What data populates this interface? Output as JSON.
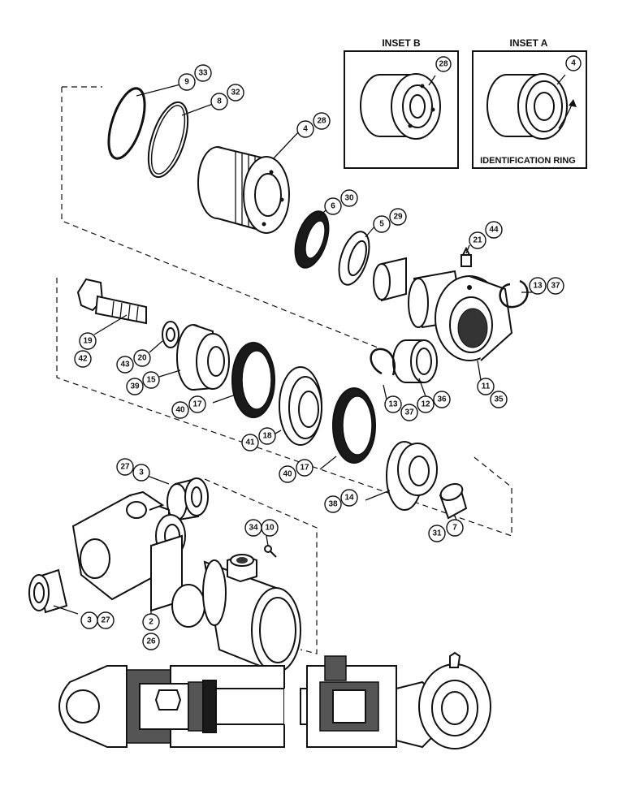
{
  "insets": {
    "b_title": "INSET B",
    "a_title": "INSET A",
    "b_callout": "28",
    "a_callout": "4",
    "identification_label": "IDENTIFICATION RING"
  },
  "callouts": [
    {
      "id": "c9",
      "text": "9"
    },
    {
      "id": "c33",
      "text": "33"
    },
    {
      "id": "c8",
      "text": "8"
    },
    {
      "id": "c32",
      "text": "32"
    },
    {
      "id": "c4",
      "text": "4"
    },
    {
      "id": "c28",
      "text": "28"
    },
    {
      "id": "c6",
      "text": "6"
    },
    {
      "id": "c30",
      "text": "30"
    },
    {
      "id": "c5",
      "text": "5"
    },
    {
      "id": "c29",
      "text": "29"
    },
    {
      "id": "c21",
      "text": "21"
    },
    {
      "id": "c44",
      "text": "44"
    },
    {
      "id": "c13a",
      "text": "13"
    },
    {
      "id": "c37a",
      "text": "37"
    },
    {
      "id": "c19",
      "text": "19"
    },
    {
      "id": "c42",
      "text": "42"
    },
    {
      "id": "c43",
      "text": "43"
    },
    {
      "id": "c20",
      "text": "20"
    },
    {
      "id": "c39",
      "text": "39"
    },
    {
      "id": "c15",
      "text": "15"
    },
    {
      "id": "c40a",
      "text": "40"
    },
    {
      "id": "c17a",
      "text": "17"
    },
    {
      "id": "c12",
      "text": "12"
    },
    {
      "id": "c36",
      "text": "36"
    },
    {
      "id": "c11",
      "text": "11"
    },
    {
      "id": "c35",
      "text": "35"
    },
    {
      "id": "c13b",
      "text": "13"
    },
    {
      "id": "c37b",
      "text": "37"
    },
    {
      "id": "c41",
      "text": "41"
    },
    {
      "id": "c18",
      "text": "18"
    },
    {
      "id": "c40b",
      "text": "40"
    },
    {
      "id": "c17b",
      "text": "17"
    },
    {
      "id": "c38",
      "text": "38"
    },
    {
      "id": "c14",
      "text": "14"
    },
    {
      "id": "c31",
      "text": "31"
    },
    {
      "id": "c7",
      "text": "7"
    },
    {
      "id": "c27a",
      "text": "27"
    },
    {
      "id": "c3a",
      "text": "3"
    },
    {
      "id": "c34",
      "text": "34"
    },
    {
      "id": "c10",
      "text": "10"
    },
    {
      "id": "c3b",
      "text": "3"
    },
    {
      "id": "c27b",
      "text": "27"
    },
    {
      "id": "c2",
      "text": "2"
    },
    {
      "id": "c26",
      "text": "26"
    }
  ]
}
